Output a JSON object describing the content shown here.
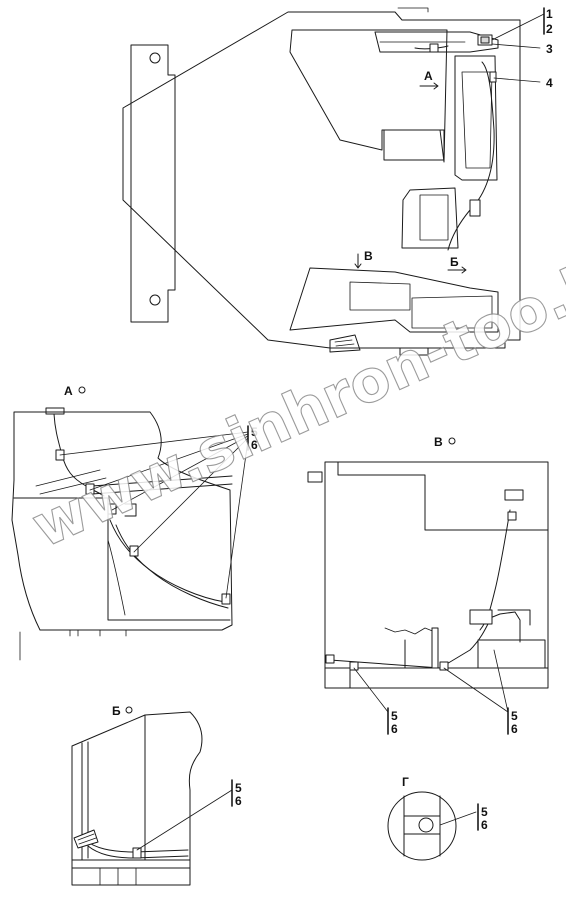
{
  "callouts": {
    "c1": "1",
    "c2": "2",
    "c3": "3",
    "c4": "4",
    "c5a": "5",
    "c6a": "6",
    "c5b": "5",
    "c6b": "6",
    "c5c": "5",
    "c6c": "6",
    "c5d": "5",
    "c6d": "6",
    "c5e": "5",
    "c6e": "6"
  },
  "view_markers": {
    "arrow_a": "А",
    "arrow_b": "Б",
    "arrow_v": "В"
  },
  "view_titles": {
    "view_a": "А",
    "view_b": "Б",
    "view_v": "В",
    "view_g": "Г"
  },
  "watermark": "www.sinhron-too.kz"
}
